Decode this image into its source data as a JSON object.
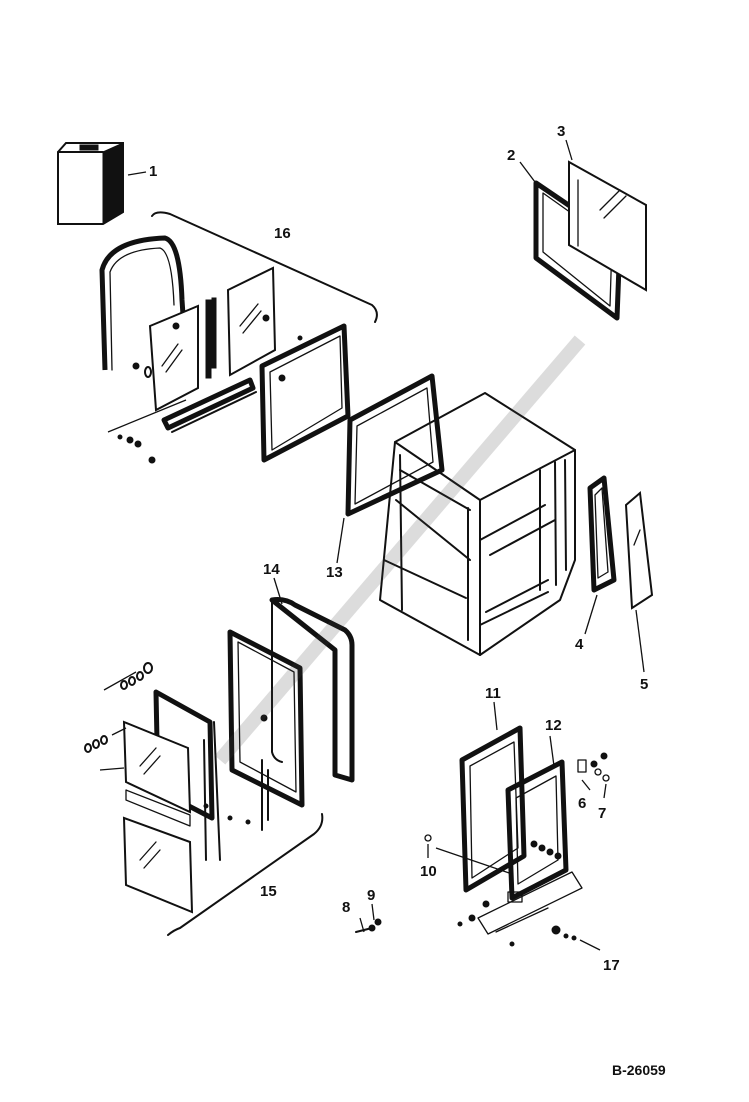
{
  "diagram": {
    "part_labels": [
      {
        "id": "p1",
        "text": "1"
      },
      {
        "id": "p2",
        "text": "2"
      },
      {
        "id": "p3",
        "text": "3"
      },
      {
        "id": "p4",
        "text": "4"
      },
      {
        "id": "p5",
        "text": "5"
      },
      {
        "id": "p6",
        "text": "6"
      },
      {
        "id": "p7",
        "text": "7"
      },
      {
        "id": "p8",
        "text": "8"
      },
      {
        "id": "p9",
        "text": "9"
      },
      {
        "id": "p10",
        "text": "10"
      },
      {
        "id": "p11",
        "text": "11"
      },
      {
        "id": "p12",
        "text": "12"
      },
      {
        "id": "p13",
        "text": "13"
      },
      {
        "id": "p14",
        "text": "14"
      },
      {
        "id": "p15",
        "text": "15"
      },
      {
        "id": "p16",
        "text": "16"
      },
      {
        "id": "p17",
        "text": "17"
      }
    ],
    "figure_code": "B-26059"
  }
}
